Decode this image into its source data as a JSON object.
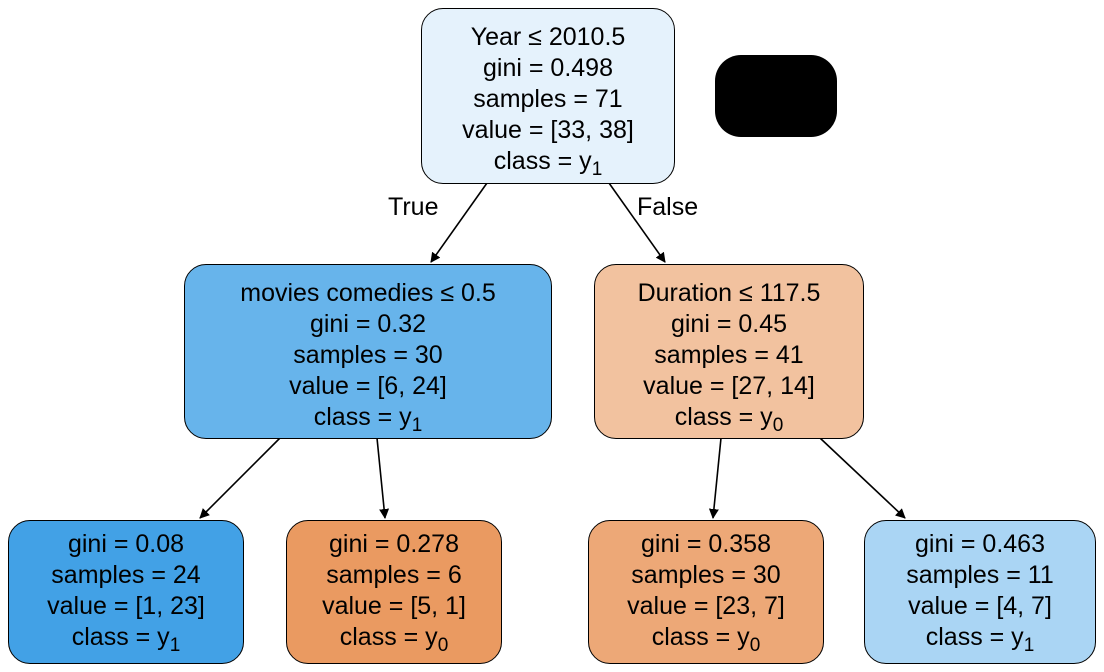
{
  "tree": {
    "root": {
      "split": "Year ≤ 2010.5",
      "gini": "gini = 0.498",
      "samples": "samples = 71",
      "value": "value = [33, 38]",
      "class_prefix": "class = y",
      "class_index": "1",
      "fill": "#e5f2fc"
    },
    "left": {
      "split": "movies comedies ≤ 0.5",
      "gini": "gini = 0.32",
      "samples": "samples = 30",
      "value": "value = [6, 24]",
      "class_prefix": "class = y",
      "class_index": "1",
      "fill": "#67b4eb"
    },
    "right": {
      "split": "Duration ≤ 117.5",
      "gini": "gini = 0.45",
      "samples": "samples = 41",
      "value": "value = [27, 14]",
      "class_prefix": "class = y",
      "class_index": "0",
      "fill": "#f2c29f"
    },
    "leaf_ll": {
      "gini": "gini = 0.08",
      "samples": "samples = 24",
      "value": "value = [1, 23]",
      "class_prefix": "class = y",
      "class_index": "1",
      "fill": "#42a1e6"
    },
    "leaf_lr": {
      "gini": "gini = 0.278",
      "samples": "samples = 6",
      "value": "value = [5, 1]",
      "class_prefix": "class = y",
      "class_index": "0",
      "fill": "#ea9a61"
    },
    "leaf_rl": {
      "gini": "gini = 0.358",
      "samples": "samples = 30",
      "value": "value = [23, 7]",
      "class_prefix": "class = y",
      "class_index": "0",
      "fill": "#eda877"
    },
    "leaf_rr": {
      "gini": "gini = 0.463",
      "samples": "samples = 11",
      "value": "value = [4, 7]",
      "class_prefix": "class = y",
      "class_index": "1",
      "fill": "#aad5f4"
    }
  },
  "edges": {
    "true_label": "True",
    "false_label": "False"
  },
  "colors": {
    "stroke": "#000000",
    "redacted_blob": "#000000"
  }
}
